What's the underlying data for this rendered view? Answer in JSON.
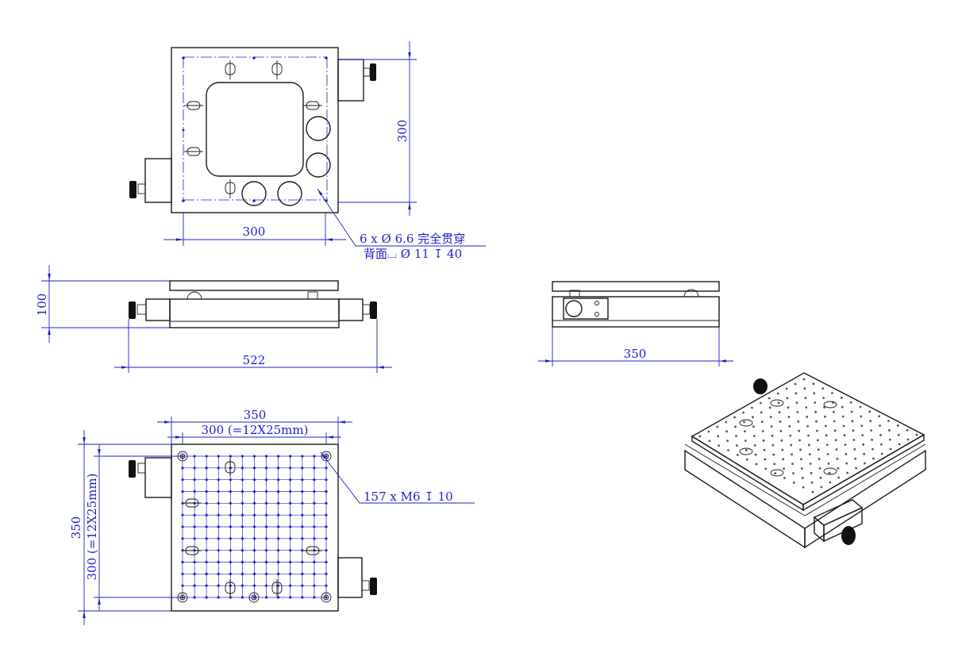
{
  "colors": {
    "line": "#1a1a1a",
    "dimension": "#1f1fc8",
    "background": "#ffffff"
  },
  "top_view": {
    "width_dim": "300",
    "height_dim": "300",
    "note_line1": "6 x Ø 6.6 完全贯穿",
    "note_line2": "背面⌴ Ø 11 ↧ 40"
  },
  "front_view": {
    "height_dim": "100",
    "width_dim": "522"
  },
  "side_view": {
    "width_dim": "350"
  },
  "bottom_view": {
    "outer_width_dim": "350",
    "inner_width_dim": "300 (=12X25mm)",
    "outer_height_dim": "350",
    "inner_height_dim": "300 (=12X25mm)",
    "note": "157 x  M6  ↧ 10",
    "grid_count": 13
  }
}
